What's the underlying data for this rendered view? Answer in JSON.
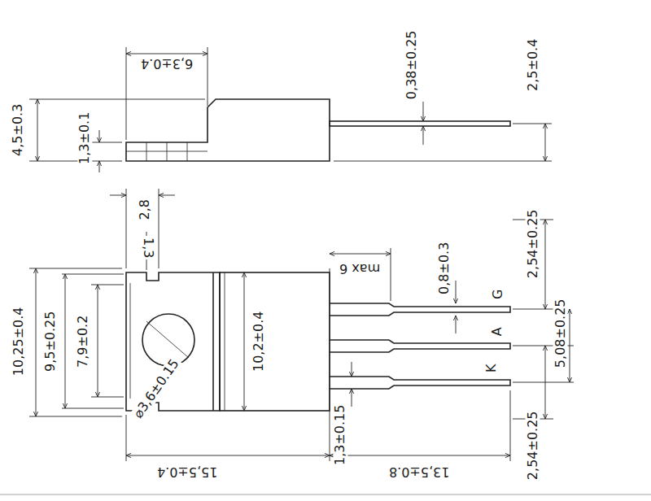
{
  "diagram": {
    "labels": [
      "6,3±0.4",
      "0,38±0.25",
      "2,5±0.4",
      "4,5±0.3",
      "1,3±0.1",
      "2,8",
      "1,3",
      "10,25±0.4",
      "9,5±0.25",
      "7,9±0.2",
      "⌀3,6±0.15",
      "10,2±0.4",
      "max 6",
      "0,8±0.3",
      "G",
      "2,54±0.25",
      "A",
      "5,08±0.25",
      "K",
      "1,3±0.15",
      "2,54±0.25",
      "15,5±0.4",
      "13,5±0.8"
    ]
  }
}
